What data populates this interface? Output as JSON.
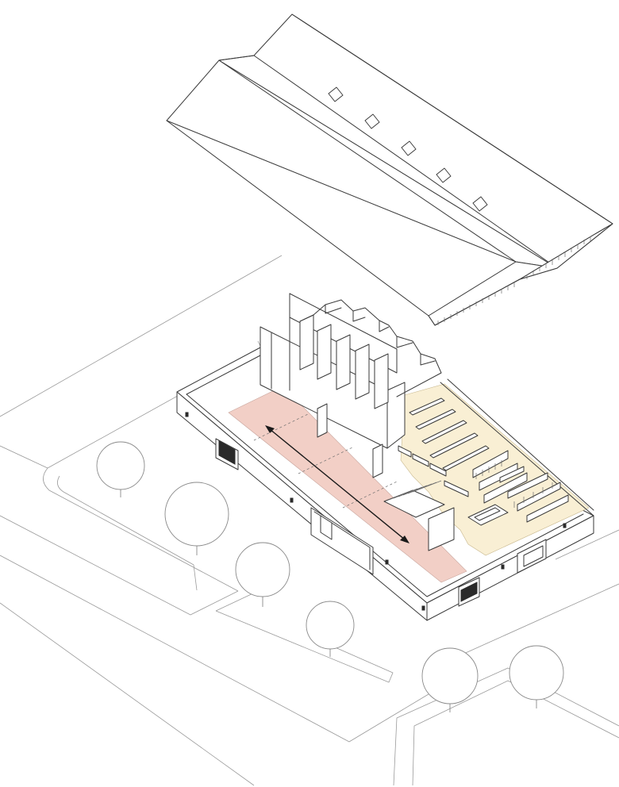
{
  "figure": {
    "type": "exploded axonometric drawing",
    "components": [
      "roof",
      "building-volume",
      "site-landscape"
    ]
  },
  "colors": {
    "background": "#ffffff",
    "line": "#3a3a3a",
    "site_line": "#9a9a9a",
    "circulation_zone": "#f2cfc6",
    "library_zone": "#f9efd4",
    "arrow": "#1a1a1a"
  },
  "roof": {
    "skylight_count": 5
  },
  "interior": {
    "circulation_zone_color": "pink",
    "library_zone_color": "cream",
    "movement_arrow": "double-headed"
  },
  "site": {
    "tree_count": 6
  }
}
